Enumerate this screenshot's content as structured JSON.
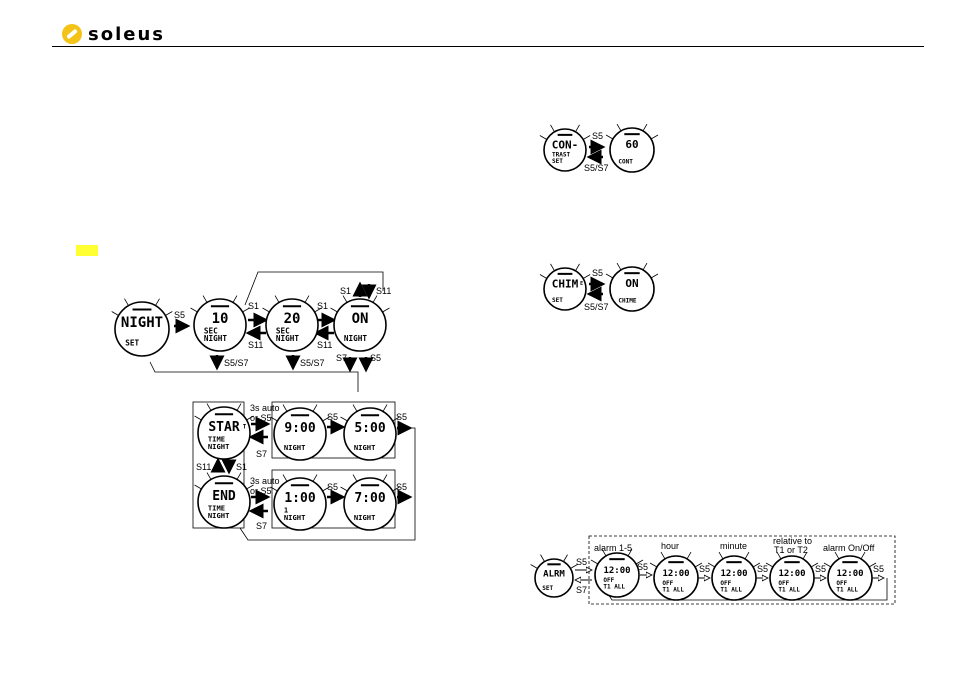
{
  "header": {
    "brand": "soleus",
    "brand_color": "#f3c317"
  },
  "night": {
    "watches": [
      {
        "id": "night-set",
        "big": "NIGHT",
        "sub1": "",
        "sub2": "SET"
      },
      {
        "id": "n10",
        "big": "10",
        "sub1": "SEC",
        "sub2": "NIGHT"
      },
      {
        "id": "n20",
        "big": "20",
        "sub1": "SEC",
        "sub2": "NIGHT"
      },
      {
        "id": "non",
        "big": "ON",
        "sub1": "",
        "sub2": "NIGHT"
      },
      {
        "id": "start",
        "big": "STAR",
        "big_sup": "T",
        "sub1": "TIME",
        "sub2": "NIGHT"
      },
      {
        "id": "s900",
        "big": "9:00",
        "sub1": "",
        "sub2": "NIGHT"
      },
      {
        "id": "s500",
        "big": "5:00",
        "sub1": "",
        "sub2": "NIGHT"
      },
      {
        "id": "end",
        "big": "END",
        "sub1": "TIME",
        "sub2": "NIGHT"
      },
      {
        "id": "e100",
        "big": "1:00",
        "sub1": "1",
        "sub2": "NIGHT"
      },
      {
        "id": "e700",
        "big": "7:00",
        "sub1": "",
        "sub2": "NIGHT"
      }
    ],
    "labels": {
      "s5": "S5",
      "s1": "S1",
      "s11": "S11",
      "s5s7": "S5/S7",
      "s7": "S7",
      "auto1": "3s auto",
      "auto2": "or S5"
    }
  },
  "contrast": {
    "watches": [
      {
        "id": "con",
        "big": "CON-",
        "sub1": "TRAST",
        "sub2": "SET"
      },
      {
        "id": "c60",
        "big": "60",
        "sub1": "",
        "sub2": "CONT"
      }
    ],
    "labels": {
      "s5": "S5",
      "s5s7": "S5/S7"
    }
  },
  "chime": {
    "watches": [
      {
        "id": "chim",
        "big": "CHIM",
        "big_sup": "E",
        "sub1": "",
        "sub2": "SET"
      },
      {
        "id": "con2",
        "big": "ON",
        "sub1": "",
        "sub2": "CHIME"
      }
    ],
    "labels": {
      "s5": "S5",
      "s5s7": "S5/S7"
    }
  },
  "alarm": {
    "watches": [
      {
        "id": "alrm",
        "big": "ALRM",
        "sub1": "",
        "sub2": "SET"
      },
      {
        "id": "a1",
        "big": "12:00",
        "sub1": "OFF",
        "sub2": "T1 ALL"
      },
      {
        "id": "a2",
        "big": "12:00",
        "sub1": "OFF",
        "sub2": "T1 ALL"
      },
      {
        "id": "a3",
        "big": "12:00",
        "sub1": "OFF",
        "sub2": "T1 ALL"
      },
      {
        "id": "a4",
        "big": "12:00",
        "sub1": "OFF",
        "sub2": "T1 ALL"
      },
      {
        "id": "a5",
        "big": "12:00",
        "sub1": "OFF",
        "sub2": "T1 ALL"
      }
    ],
    "titles": [
      "alarm 1-5",
      "hour",
      "minute",
      "relative to",
      "T1 or T2",
      "alarm On/Off"
    ],
    "labels": {
      "s5": "S5",
      "s7": "S7"
    }
  }
}
